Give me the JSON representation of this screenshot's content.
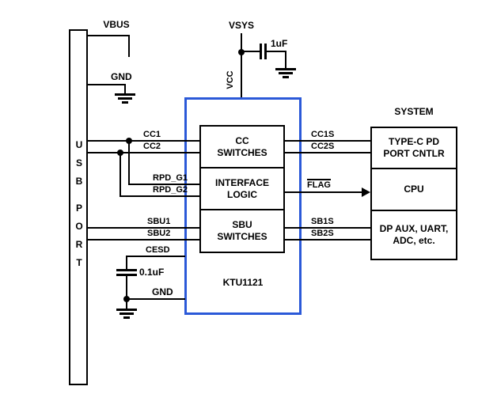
{
  "colors": {
    "chip_outline": "#2b59d8",
    "wire": "#000000",
    "background": "#ffffff"
  },
  "labels": {
    "vbus": "VBUS",
    "gnd_top": "GND",
    "vsys": "VSYS",
    "vcc": "VCC",
    "cap_1uf": "1uF",
    "cap_01uf": "0.1uF",
    "gnd_bottom": "GND",
    "system": "SYSTEM",
    "chip_name": "KTU1121"
  },
  "usb_port": {
    "line1": "USB",
    "line2": "PORT"
  },
  "chip_blocks": [
    {
      "line1": "CC",
      "line2": "SWITCHES"
    },
    {
      "line1": "INTERFACE",
      "line2": "LOGIC"
    },
    {
      "line1": "SBU",
      "line2": "SWITCHES"
    }
  ],
  "system_blocks": [
    {
      "line1": "TYPE-C PD",
      "line2": "PORT CNTLR"
    },
    {
      "line1": "CPU"
    },
    {
      "line1": "DP AUX, UART,",
      "line2": "ADC, etc."
    }
  ],
  "left_signals": {
    "cc1": "CC1",
    "cc2": "CC2",
    "rpd_g1": "RPD_G1",
    "rpd_g2": "RPD_G2",
    "sbu1": "SBU1",
    "sbu2": "SBU2",
    "cesd": "CESD"
  },
  "right_signals": {
    "cc1s": "CC1S",
    "cc2s": "CC2S",
    "flag": "FLAG",
    "sb1s": "SB1S",
    "sb2s": "SB2S"
  }
}
